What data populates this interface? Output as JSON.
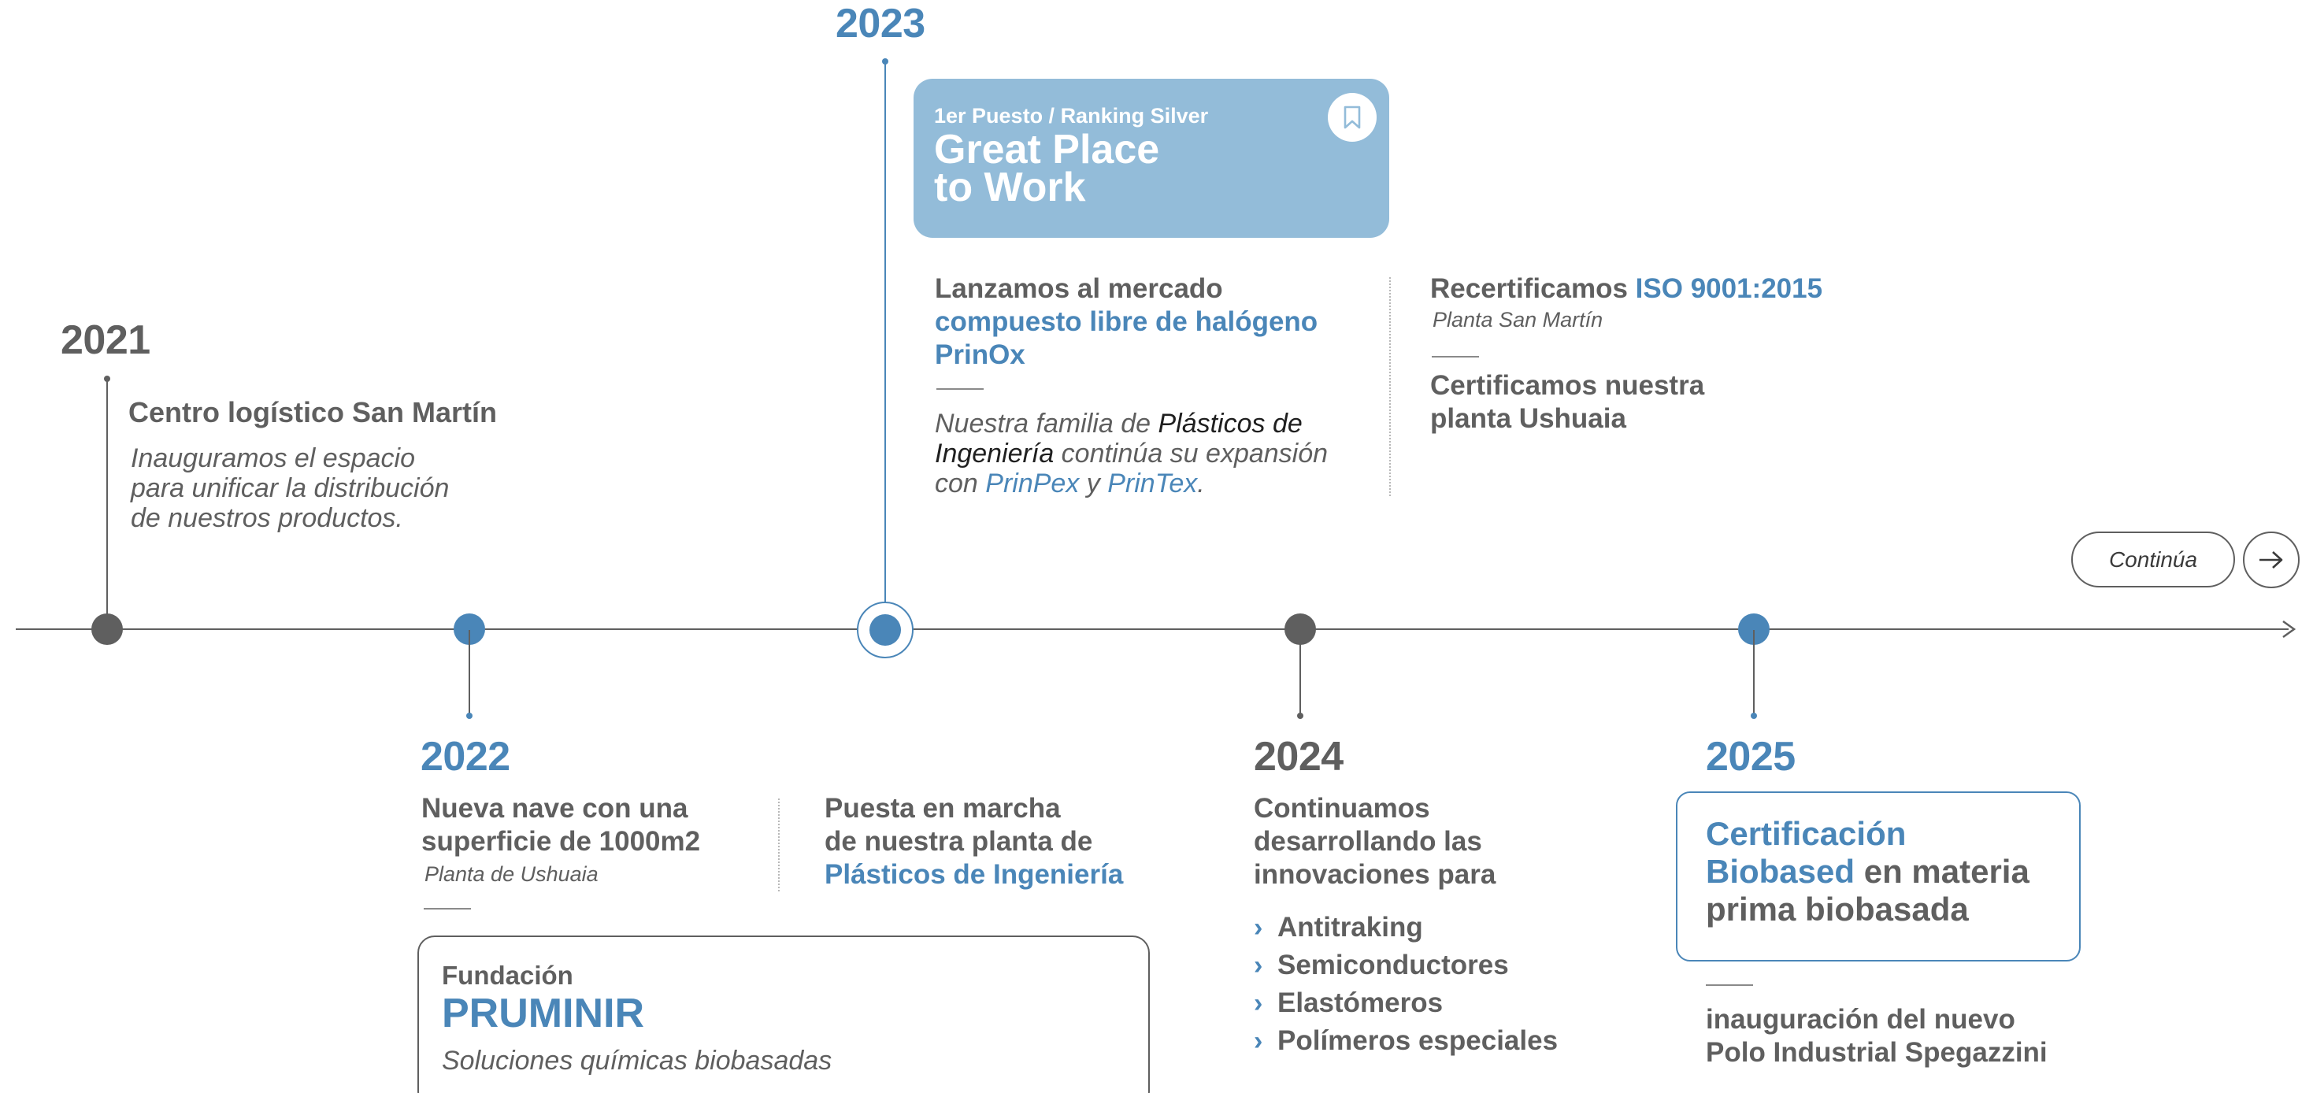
{
  "timeline": {
    "y2021": {
      "year": "2021",
      "title": "Centro logístico San Martín",
      "desc": [
        "Inauguramos el espacio",
        "para unificar la distribución",
        "de nuestros productos."
      ]
    },
    "y2022": {
      "year": "2022",
      "item1_line1": "Nueva nave con una",
      "item1_line2": "superficie de 1000m2",
      "item1_sub": "Planta de Ushuaia",
      "item2_line1": "Puesta en marcha",
      "item2_line2": "de nuestra planta de",
      "item2_line3": "Plásticos de Ingeniería",
      "foundation": {
        "label": "Fundación",
        "name": "PRUMINIR",
        "desc": "Soluciones químicas biobasadas"
      }
    },
    "y2023": {
      "year": "2023",
      "award": {
        "small": "1er Puesto / Ranking Silver",
        "line1": "Great Place",
        "line2": "to Work",
        "icon": "bookmark-icon"
      },
      "launch": {
        "line1": "Lanzamos al mercado",
        "line2": "compuesto libre de halógeno",
        "line3": "PrinOx",
        "p1": "Nuestra familia de ",
        "p2": "Plásticos de",
        "p3": "Ingeniería",
        "p4": " continúa su expansión",
        "p5": "con ",
        "p6": "PrinPex",
        "p7": " y ",
        "p8": "PrinTex",
        "p9": "."
      },
      "iso": {
        "t1": "Recertificamos ",
        "t2": "ISO 9001:2015",
        "sub": "Planta San Martín",
        "c1": "Certificamos nuestra",
        "c2": "planta Ushuaia"
      }
    },
    "y2024": {
      "year": "2024",
      "line1": "Continuamos",
      "line2": "desarrollando las",
      "line3": "innovaciones para",
      "items": [
        "Antitraking",
        "Semiconductores",
        "Elastómeros",
        "Polímeros especiales"
      ]
    },
    "y2025": {
      "year": "2025",
      "cert1": "Certificación",
      "cert2": "Biobased",
      "cert3": " en materia",
      "cert4": "prima biobasada",
      "ina1": "inauguración del nuevo",
      "ina2": "Polo Industrial Spegazzini"
    }
  },
  "continue_button": {
    "label": "Continúa",
    "icon": "arrow-right-icon"
  },
  "colors": {
    "blue": "#4a86b8",
    "grey": "#5f5f5f",
    "light_blue": "#93bcd9",
    "dark": "#1f1f1f"
  }
}
